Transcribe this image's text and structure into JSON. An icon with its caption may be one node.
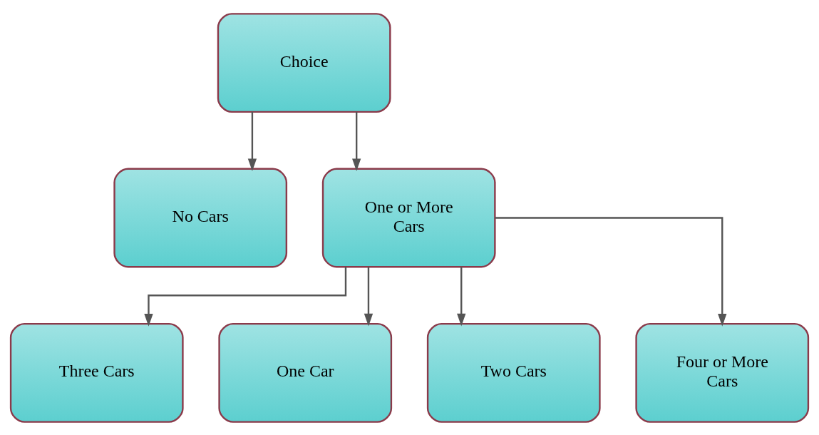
{
  "diagram": {
    "nodes": [
      {
        "text": [
          "Choice"
        ]
      },
      {
        "text": [
          "No Cars"
        ]
      },
      {
        "text": [
          "One or More Cars"
        ]
      },
      {
        "text": [
          "Three Cars"
        ]
      },
      {
        "text": [
          "One Car"
        ]
      },
      {
        "text": [
          "Two Cars"
        ]
      },
      {
        "text": [
          "Four or More Cars"
        ]
      }
    ],
    "edges": [
      {
        "from": 0,
        "to": 1,
        "arrow": "to"
      },
      {
        "from": 0,
        "to": 2,
        "arrow": "to"
      },
      {
        "from": 2,
        "to": 3,
        "arrow": "to"
      },
      {
        "from": 2,
        "to": 4,
        "arrow": "to"
      },
      {
        "from": 2,
        "to": 5,
        "arrow": "to"
      },
      {
        "from": 2,
        "to": 6,
        "arrow": "to"
      }
    ]
  }
}
